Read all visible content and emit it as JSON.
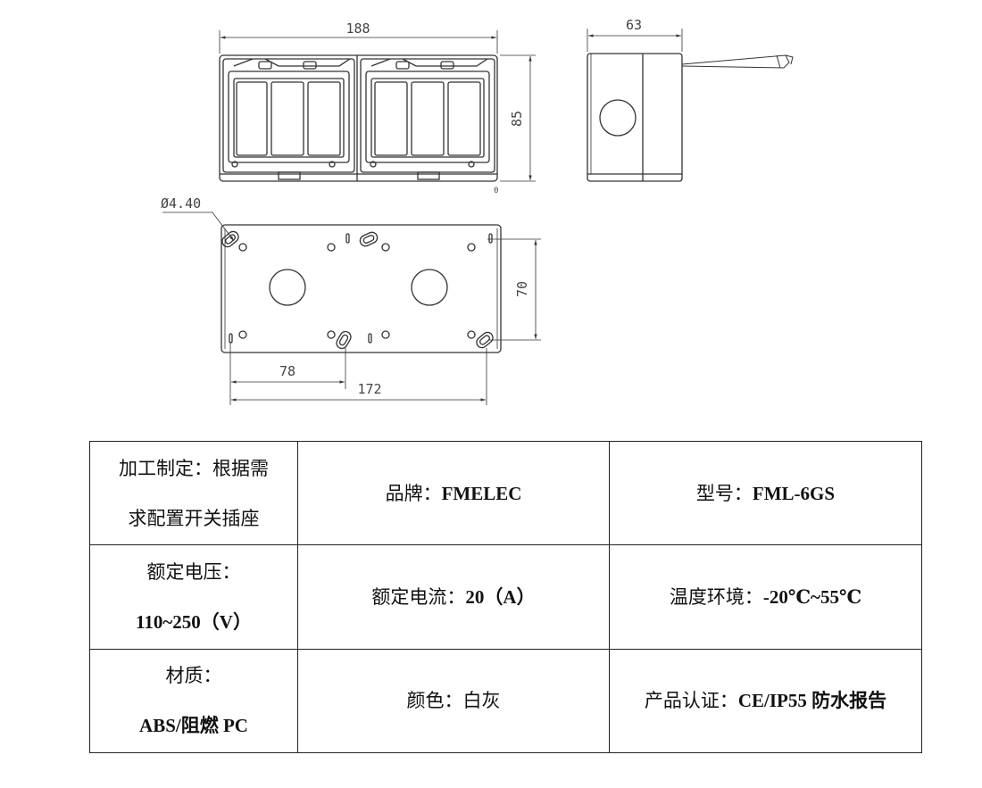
{
  "dimensions": {
    "front_width": "188",
    "front_height": "85",
    "side_depth": "63",
    "hole_diameter": "Ø4.40",
    "rear_height": "70",
    "hole_offset": "78",
    "rear_width": "172",
    "small_mark": "0"
  },
  "specs": {
    "rows": [
      [
        {
          "label": "加工制定：根据需",
          "value": "求配置开关插座"
        },
        {
          "label": "品牌：",
          "value": "FMELEC"
        },
        {
          "label": "型号：",
          "value": "FML-6GS"
        }
      ],
      [
        {
          "label": "额定电压：",
          "value": "110~250（V）"
        },
        {
          "label": "额定电流：",
          "value": "20（A）"
        },
        {
          "label": "温度环境：",
          "value": "-20℃~55℃"
        }
      ],
      [
        {
          "label": "材质：",
          "value": "ABS/阻燃 PC"
        },
        {
          "label": "颜色：",
          "value": "白灰"
        },
        {
          "label": "产品认证：",
          "value": "CE/IP55 防水报告"
        }
      ]
    ]
  }
}
